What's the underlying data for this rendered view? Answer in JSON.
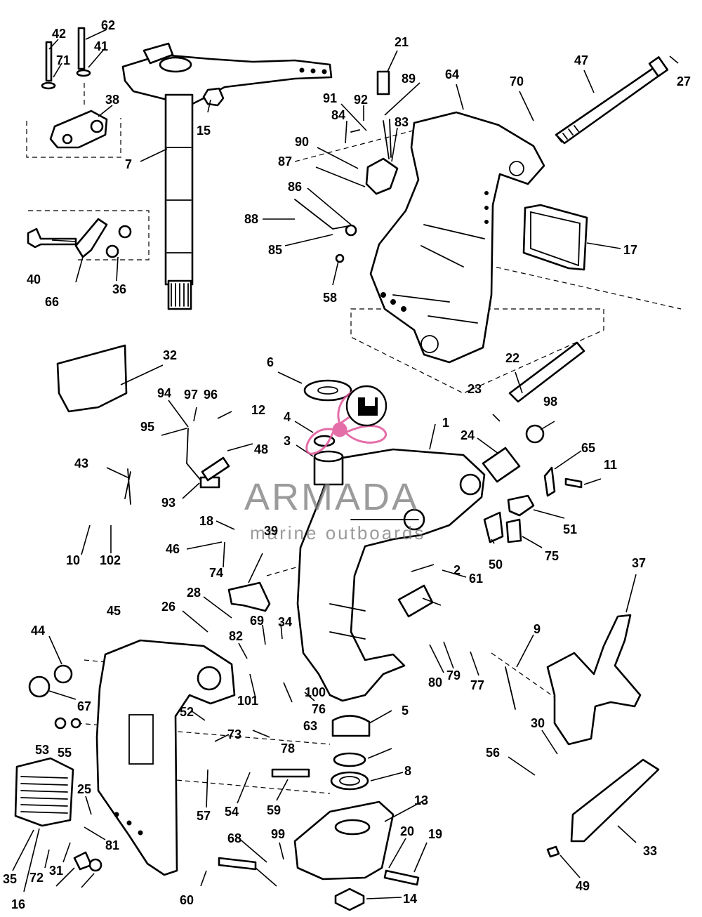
{
  "diagram": {
    "watermark": {
      "brand": "ARMADA",
      "tagline": "marine outboards",
      "brand_color": "#7a7a7a",
      "accent_color": "#e0559a"
    },
    "callouts": [
      "1",
      "2",
      "3",
      "4",
      "5",
      "6",
      "7",
      "8",
      "9",
      "10",
      "11",
      "12",
      "13",
      "14",
      "15",
      "16",
      "17",
      "18",
      "19",
      "20",
      "21",
      "22",
      "23",
      "24",
      "25",
      "26",
      "27",
      "28",
      "30",
      "31",
      "32",
      "33",
      "34",
      "35",
      "36",
      "37",
      "38",
      "39",
      "40",
      "41",
      "42",
      "43",
      "44",
      "45",
      "46",
      "47",
      "48",
      "49",
      "50",
      "51",
      "52",
      "53",
      "54",
      "55",
      "56",
      "57",
      "58",
      "59",
      "60",
      "61",
      "62",
      "63",
      "64",
      "65",
      "66",
      "67",
      "68",
      "69",
      "70",
      "71",
      "72",
      "73",
      "74",
      "75",
      "76",
      "77",
      "78",
      "79",
      "80",
      "81",
      "82",
      "83",
      "84",
      "85",
      "86",
      "87",
      "88",
      "89",
      "90",
      "91",
      "92",
      "93",
      "94",
      "95",
      "96",
      "97",
      "98",
      "99",
      "100",
      "101",
      "102"
    ]
  }
}
